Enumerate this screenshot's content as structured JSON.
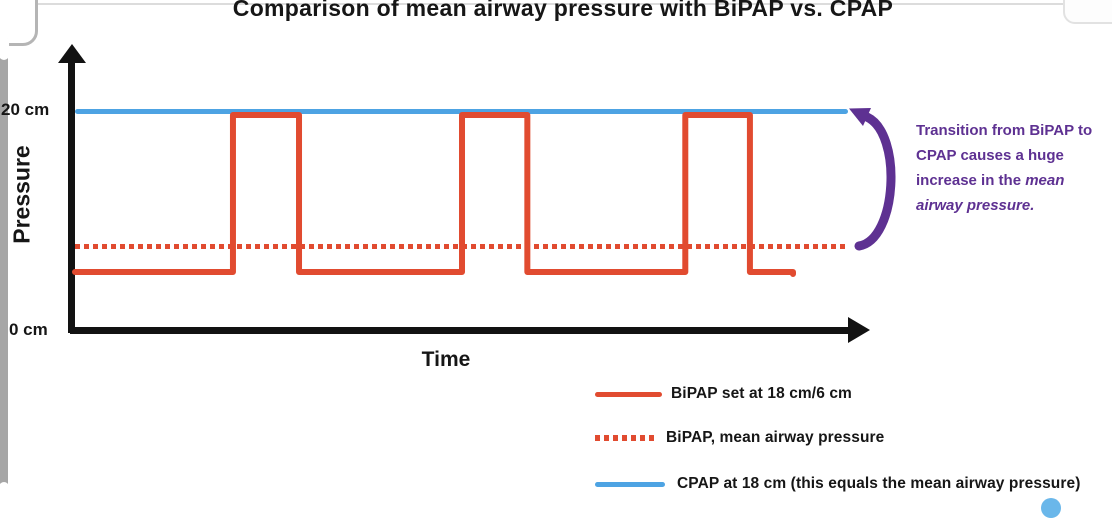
{
  "title": "Comparison of mean airway pressure with BiPAP vs. CPAP",
  "axes": {
    "y_axis_title": "Pressure",
    "x_axis_title": "Time",
    "y_tick_top": "20 cm",
    "y_tick_bottom": "0 cm"
  },
  "legend": [
    {
      "label": "BiPAP set at 18 cm/6 cm",
      "swatch": "solid-red"
    },
    {
      "label": "BiPAP, mean airway pressure",
      "swatch": "dotted-red"
    },
    {
      "label": "CPAP at 18 cm (this equals the mean airway pressure)",
      "swatch": "solid-blue"
    }
  ],
  "annotation": {
    "line1": "Transition from BiPAP to",
    "line2": "CPAP causes a huge",
    "line3_normal": "increase in the ",
    "line3_italic": "mean",
    "line4_italic": "airway pressure."
  },
  "colors": {
    "red": "#e14b30",
    "blue": "#4da3e3",
    "purple": "#5e3192",
    "axis": "#121212"
  },
  "chart_data": {
    "type": "line",
    "title": "Comparison of mean airway pressure with BiPAP vs. CPAP",
    "xlabel": "Time",
    "ylabel": "Pressure",
    "ylim": [
      0,
      20
    ],
    "yticks": [
      {
        "value": 0,
        "label": "0 cm"
      },
      {
        "value": 20,
        "label": "20 cm"
      }
    ],
    "grid": false,
    "legend_position": "bottom-right",
    "series": [
      {
        "name": "BiPAP set at 18 cm/6 cm",
        "type": "square-wave",
        "line_style": "solid",
        "color": "#e14b30",
        "low_cm": 6,
        "high_cm": 18,
        "breath_pulses_time_frac": [
          [
            0.22,
            0.312
          ],
          [
            0.539,
            0.63
          ],
          [
            0.85,
            0.94
          ]
        ]
      },
      {
        "name": "BiPAP, mean airway pressure",
        "type": "constant",
        "line_style": "dotted",
        "color": "#e14b30",
        "value_cm": 8
      },
      {
        "name": "CPAP at 18 cm (this equals the mean airway pressure)",
        "type": "constant",
        "line_style": "solid",
        "color": "#4da3e3",
        "value_cm": 18
      }
    ],
    "annotation": "Transition from BiPAP to CPAP causes a huge increase in the mean airway pressure."
  }
}
